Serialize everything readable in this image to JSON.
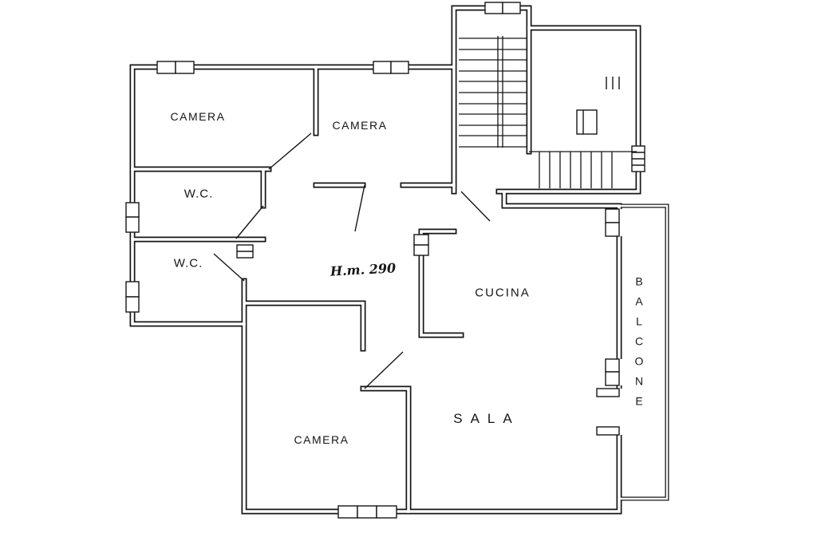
{
  "document": {
    "type": "apartment floor plan",
    "colors": {
      "ink": "#161616",
      "paper": "#ffffff"
    }
  },
  "labels": {
    "camera_top_left": "CAMERA",
    "camera_top_mid": "CAMERA",
    "wc_upper": "W.C.",
    "wc_lower": "W.C.",
    "camera_bottom": "CAMERA",
    "kitchen": "CUCINA",
    "living": "SALA",
    "balcony": "BALCONE",
    "ceiling_height_note": "H.m. 290"
  }
}
